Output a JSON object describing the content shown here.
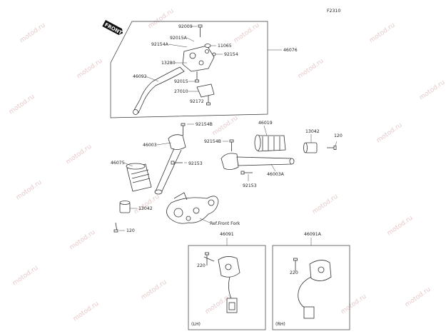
{
  "figure_code": "F2310",
  "front_badge": "FRONT",
  "watermark": "motod.ru",
  "callouts": {
    "p92009": "92009",
    "p92015a": "92015A",
    "p92154a": "92154A",
    "p11065": "11065",
    "p92154": "92154",
    "p13280": "13280",
    "p46092": "46092",
    "p92015": "92015",
    "p27010": "27010",
    "p92172": "92172",
    "p46076": "46076",
    "p92154b_top": "92154B",
    "p46003": "46003",
    "p92153_left": "92153",
    "p92154b_right": "92154B",
    "p92153_right": "92153",
    "p46019": "46019",
    "p13042_top": "13042",
    "p120_top": "120",
    "p46003a": "46003A",
    "p46075": "46075",
    "p13042_left": "13042",
    "p120_left": "120",
    "ref_front_fork": "Ref.Front Fork",
    "p46091": "46091",
    "p46091a": "46091A",
    "p220_lh": "220",
    "p220_rh": "220",
    "lh_tag": "(LH)",
    "rh_tag": "(RH)"
  },
  "colors": {
    "watermark": "#e7c9c9",
    "line": "#333333"
  }
}
